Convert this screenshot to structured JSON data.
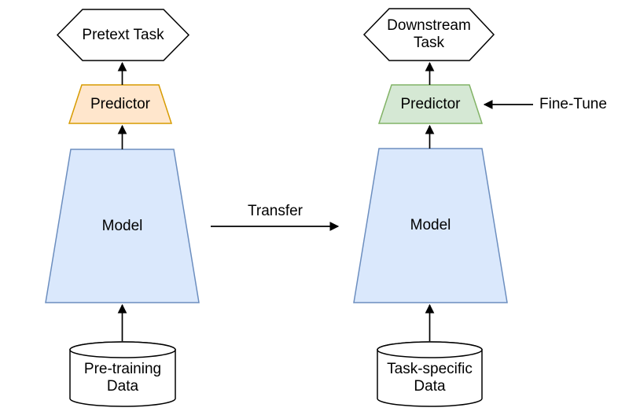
{
  "canvas": {
    "background": "#ffffff",
    "text_color": "#000000",
    "line_color": "#000000"
  },
  "left_pipeline": {
    "task": {
      "label": "Pretext Task",
      "fill": "#ffffff",
      "stroke": "#000000"
    },
    "predictor": {
      "label": "Predictor",
      "fill": "#ffe6cc",
      "stroke": "#d79b00"
    },
    "model": {
      "label": "Model",
      "fill": "#dae8fc",
      "stroke": "#6c8ebf"
    },
    "data_store": {
      "label_line1": "Pre-training",
      "label_line2": "Data",
      "fill": "#ffffff",
      "stroke": "#000000"
    }
  },
  "right_pipeline": {
    "task": {
      "label_line1": "Downstream",
      "label_line2": "Task",
      "fill": "#ffffff",
      "stroke": "#000000"
    },
    "predictor": {
      "label": "Predictor",
      "fill": "#d5e8d4",
      "stroke": "#82b366"
    },
    "model": {
      "label": "Model",
      "fill": "#dae8fc",
      "stroke": "#6c8ebf"
    },
    "data_store": {
      "label_line1": "Task-specific",
      "label_line2": "Data",
      "fill": "#ffffff",
      "stroke": "#000000"
    }
  },
  "connections": {
    "transfer": {
      "label": "Transfer"
    },
    "fine_tune": {
      "label": "Fine-Tune"
    }
  }
}
